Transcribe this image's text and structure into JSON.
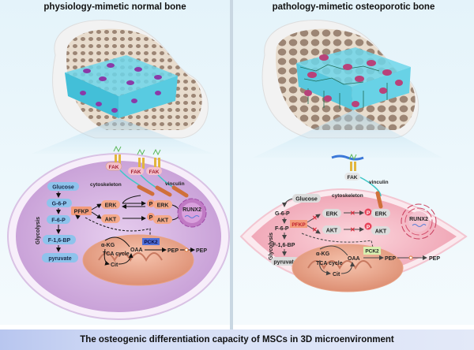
{
  "panels": {
    "left": {
      "title": "physiology-mimetic normal bone",
      "membrane": {
        "fak": [
          "FAK",
          "FAK",
          "FAK"
        ],
        "cytoskeleton": "cytoskeleton",
        "vinculin": "vinculin"
      },
      "glycolysis": {
        "label": "Glycolysis",
        "steps": [
          "Glucose",
          "G-6-P",
          "F-6-P",
          "F-1,6-BP",
          "pyruvate"
        ],
        "enzyme": "PFKP"
      },
      "signaling": {
        "erk": "ERK",
        "akt": "AKT",
        "p": "P",
        "runx2": "RUNX2"
      },
      "mito": {
        "akg": "α-KG",
        "tca": "TCA cycle",
        "cit": "Cit",
        "oaa": "OAA",
        "pck2": "PCK2",
        "pep1": "PEP",
        "pep2": "PEP"
      }
    },
    "right": {
      "title": "pathology-mimetic osteoporotic bone",
      "membrane": {
        "fak": [
          "FAK"
        ],
        "cytoskeleton": "cytoskeleton",
        "vinculin": "vinculin"
      },
      "glycolysis": {
        "label": "Glycolysis",
        "steps": [
          "Glucose",
          "G-6-P",
          "F-6-P",
          "F-1,6-BP",
          "pyruvate"
        ],
        "enzyme": "PFKP"
      },
      "signaling": {
        "erk": "ERK",
        "akt": "AKT",
        "p": "P",
        "runx2": "RUNX2"
      },
      "mito": {
        "akg": "α-KG",
        "tca": "TCA cycle",
        "cit": "Cit",
        "oaa": "OAA",
        "pck2": "PCK2",
        "pep1": "PEP",
        "pep2": "PEP"
      }
    }
  },
  "footer": {
    "caption": "The osteogenic differentiation capacity of MSCs in 3D microenvironment"
  },
  "colors": {
    "normal_cell": "#d9b8e4",
    "osteo_cell": "#f3b9c4",
    "scaffold": "#5fd2e8",
    "mito": "#f0b49a",
    "pck2_normal": "#4f6fd8",
    "pck2_osteo": "#d8f0b0",
    "block_cross": "#e03040"
  }
}
